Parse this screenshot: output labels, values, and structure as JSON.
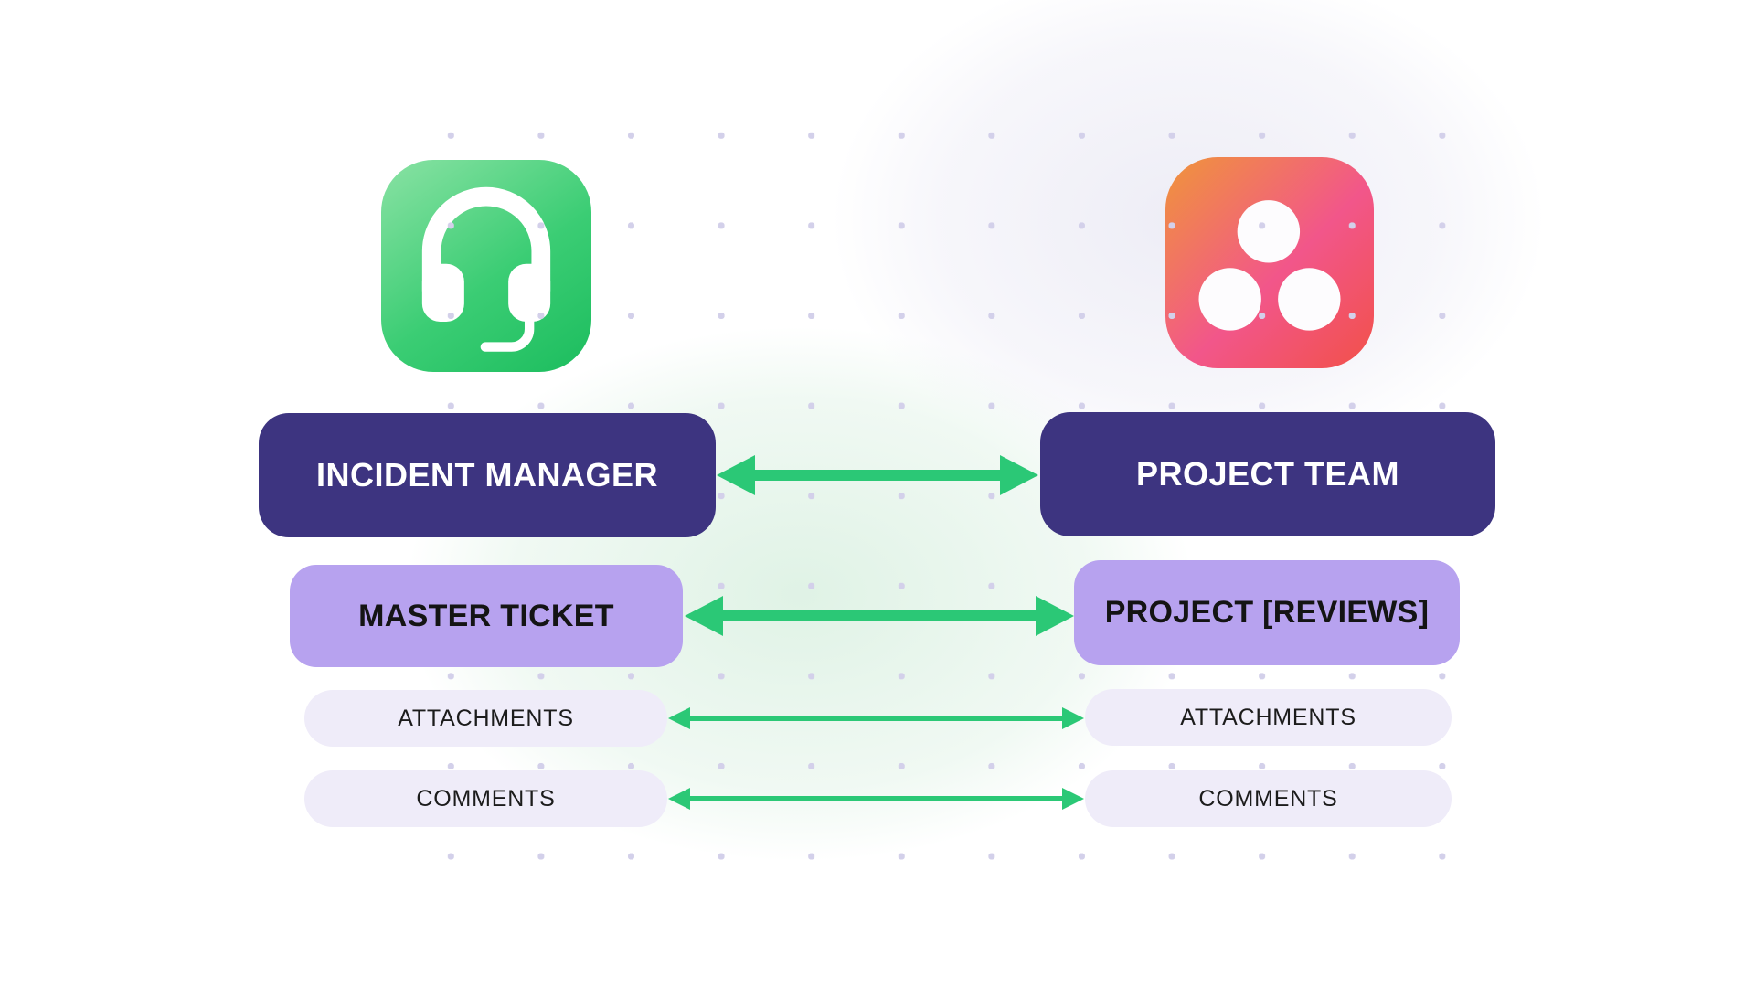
{
  "theme": {
    "canvas_bg": "#ffffff",
    "navy_box_bg": "#3d3480",
    "navy_box_text": "#ffffff",
    "purple_box_bg": "#b7a2ef",
    "purple_box_text": "#141414",
    "pill_bg": "#efecf9",
    "pill_text": "#1c1c1c",
    "arrow_green": "#2bc876",
    "dot_color": "#d3d0ea",
    "green_icon_gradient_start": "#8ae2a4",
    "green_icon_gradient_end": "#1cbd5e",
    "asana_gradient_start": "#f0953a",
    "asana_gradient_mid": "#f2568a",
    "asana_gradient_end": "#f25149"
  },
  "left_column": {
    "app_icon": "headset-icon",
    "entity_label": "INCIDENT MANAGER",
    "object_label": "MASTER TICKET",
    "field_labels": [
      "ATTACHMENTS",
      "COMMENTS"
    ]
  },
  "right_column": {
    "app_icon": "asana-icon",
    "entity_label": "PROJECT TEAM",
    "object_label": "PROJECT [REVIEWS]",
    "field_labels": [
      "ATTACHMENTS",
      "COMMENTS"
    ]
  },
  "connections": [
    {
      "from": "INCIDENT MANAGER",
      "to": "PROJECT TEAM",
      "direction": "bidirectional",
      "style": "thick"
    },
    {
      "from": "MASTER TICKET",
      "to": "PROJECT [REVIEWS]",
      "direction": "bidirectional",
      "style": "thick"
    },
    {
      "from": "ATTACHMENTS",
      "to": "ATTACHMENTS",
      "direction": "bidirectional",
      "style": "thin"
    },
    {
      "from": "COMMENTS",
      "to": "COMMENTS",
      "direction": "bidirectional",
      "style": "thin"
    }
  ]
}
